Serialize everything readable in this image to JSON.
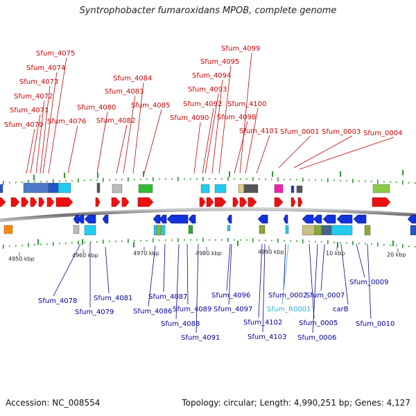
{
  "title": "Syntrophobacter fumaroxidans MPOB, complete genome",
  "footer": {
    "accession": "Accession: NC_008554",
    "topology": "Topology: circular; Length: 4,990,251 bp; Genes: 4,127"
  },
  "colors": {
    "forward_label": "#cc0000",
    "reverse_label": "#000099",
    "rna_label": "#33aadd",
    "forward_gene": "#ee1111",
    "reverse_gene": "#1133dd",
    "backbone": "#888888"
  },
  "scale_ticks": [
    "4950 kbp",
    "4960 kbp",
    "4970 kbp",
    "4980 kbp",
    "4990 kbp",
    "10 kbp",
    "20 kbp"
  ],
  "forward_labels": [
    "Sfum_4070",
    "Sfum_4071",
    "Sfum_4072",
    "Sfum_4073",
    "Sfum_4074",
    "Sfum_4075",
    "Sfum_4076",
    "Sfum_4080",
    "Sfum_4082",
    "Sfum_4083",
    "Sfum_4084",
    "Sfum_4085",
    "Sfum_4090",
    "Sfum_4092",
    "Sfum_4093",
    "Sfum_4094",
    "Sfum_4095",
    "Sfum_4099",
    "Sfum_4098",
    "Sfum_4100",
    "Sfum_4101",
    "Sfum_0001",
    "Sfum_0003",
    "Sfum_0004"
  ],
  "reverse_labels": [
    "Sfum_4078",
    "Sfum_4079",
    "Sfum_4081",
    "Sfum_4086",
    "Sfum_4087",
    "Sfum_4088",
    "Sfum_4089",
    "Sfum_4091",
    "Sfum_4096",
    "Sfum_4097",
    "Sfum_4102",
    "Sfum_4103",
    "Sfum_0002",
    "Sfum_R0001",
    "Sfum_0005",
    "Sfum_0006",
    "Sfum_0007",
    "carB",
    "Sfum_0009",
    "Sfum_0010"
  ]
}
